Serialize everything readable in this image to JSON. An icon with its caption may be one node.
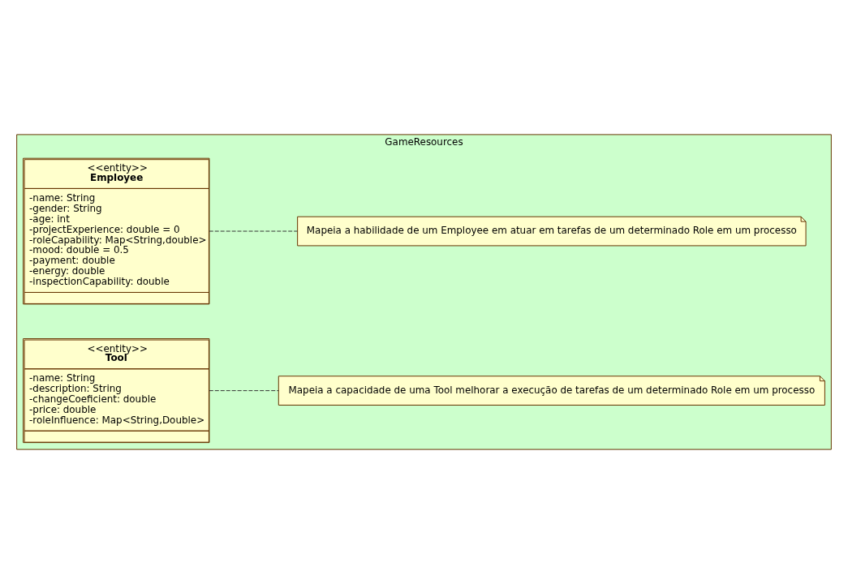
{
  "diagram": {
    "nodes": [
      {
        "text": [
          "GameResources"
        ]
      },
      {
        "text": [
          "<<entity>>",
          "Employee",
          "-name: String",
          "-gender: String",
          "-age: int",
          "-projectExperience: double = 0",
          "-roleCapability: Map<String,double>",
          "-mood: double = 0.5",
          "-payment: double",
          "-energy: double",
          "-inspectionCapability: double"
        ],
        "in": 0
      },
      {
        "text": [
          "Mapeia a habilidade de um Employee em atuar em tarefas de um determinado Role em um processo"
        ],
        "in": 0
      },
      {
        "text": [
          "<<entity>>",
          "Tool",
          "-name: String",
          "-description: String",
          "-changeCoeficient: double",
          "-price: double",
          "-roleInfluence: Map<String,Double>"
        ],
        "in": 0
      },
      {
        "text": [
          "Mapeia a capacidade de uma Tool melhorar a execução de tarefas de um determinado Role em um processo"
        ],
        "in": 0
      }
    ],
    "edges": [
      {
        "from": 1,
        "to": 2,
        "arrow": "none",
        "style": "dashed"
      },
      {
        "from": 3,
        "to": 4,
        "arrow": "none",
        "style": "dashed"
      }
    ]
  }
}
